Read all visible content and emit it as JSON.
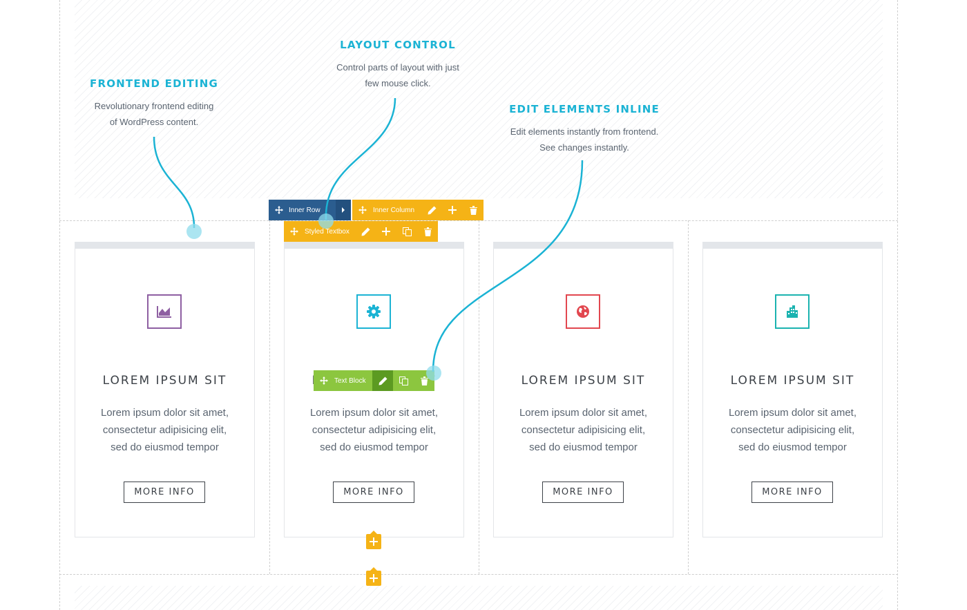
{
  "callouts": [
    {
      "title": "FRONTEND EDITING",
      "desc_line1": "Revolutionary frontend editing",
      "desc_line2": "of WordPress content."
    },
    {
      "title": "LAYOUT CONTROL",
      "desc_line1": "Control parts of layout with just",
      "desc_line2": "few mouse click."
    },
    {
      "title": "EDIT ELEMENTS INLINE",
      "desc_line1": "Edit elements instantly from frontend.",
      "desc_line2": "See changes instantly."
    }
  ],
  "cards": [
    {
      "title": "LOREM IPSUM SIT",
      "line1": "Lorem ipsum dolor sit amet,",
      "line2": "consectetur adipisicing elit,",
      "line3": "sed do eiusmod tempor",
      "button": "MORE INFO",
      "icon": "chart-icon",
      "color": "#8e5fa2"
    },
    {
      "title": "LOREM IPSUM SIT",
      "line1": "Lorem ipsum dolor sit amet,",
      "line2": "consectetur adipisicing elit,",
      "line3": "sed do eiusmod tempor",
      "button": "MORE INFO",
      "icon": "gear-icon",
      "color": "#1bb3d4"
    },
    {
      "title": "LOREM IPSUM SIT",
      "line1": "Lorem ipsum dolor sit amet,",
      "line2": "consectetur adipisicing elit,",
      "line3": "sed do eiusmod tempor",
      "button": "MORE INFO",
      "icon": "globe-icon",
      "color": "#e2474f"
    },
    {
      "title": "LOREM IPSUM SIT",
      "line1": "Lorem ipsum dolor sit amet,",
      "line2": "consectetur adipisicing elit,",
      "line3": "sed do eiusmod tempor",
      "button": "MORE INFO",
      "icon": "building-icon",
      "color": "#1bb3b0"
    }
  ],
  "toolbars": {
    "inner_row": "Inner Row",
    "inner_column": "Inner Column",
    "styled_textbox": "Styled Textbox",
    "text_block": "Text Block"
  },
  "colors": {
    "accent": "#1bb3d4",
    "inner_row": "#2b5d8f",
    "toolbar_orange": "#f5b316",
    "toolbar_green": "#8cc63f",
    "toolbar_green_dark": "#5c9a22"
  }
}
